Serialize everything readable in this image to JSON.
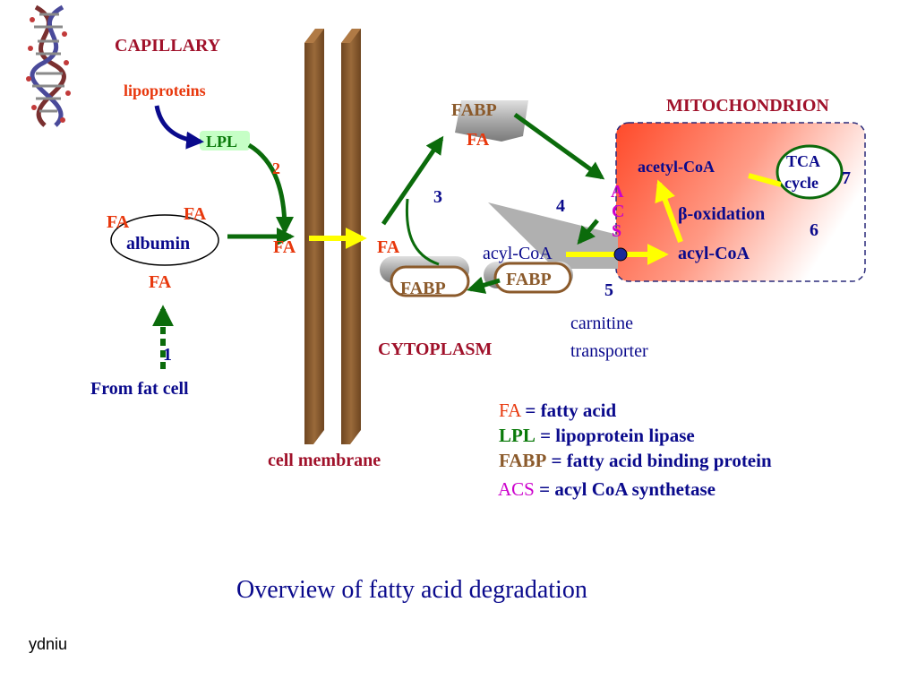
{
  "labels": {
    "capillary": "CAPILLARY",
    "lipoproteins": "lipoproteins",
    "lpl": "LPL",
    "fa_left": "FA",
    "fa_top": "FA",
    "albumin": "albumin",
    "fa_bottom": "FA",
    "fa_membrane_left": "FA",
    "fa_membrane_right": "FA",
    "from_fat_cell": "From fat cell",
    "fabp_top": "FABP",
    "fa_fabp_top": "FA",
    "mitochondrion": "MITOCHONDRION",
    "acetyl_coa": "acetyl-CoA",
    "tca_line1": "TCA",
    "tca_line2": "cycle",
    "beta_oxidation": "β-oxidation",
    "acyl_coa_mito": "acyl-CoA",
    "acyl_coa_cyto": "acyl-CoA",
    "fabp_cyto_right": "FABP",
    "fabp_cyto_left": "FABP",
    "acs_a": "A",
    "acs_c": "C",
    "acs_s": "S",
    "carnitine_line1": "carnitine",
    "carnitine_line2": "transporter",
    "cytoplasm": "CYTOPLASM",
    "cell_membrane": "cell membrane"
  },
  "steps": {
    "s1": "1",
    "s2": "2",
    "s3": "3",
    "s4": "4",
    "s5": "5",
    "s6": "6",
    "s7": "7"
  },
  "legend": [
    {
      "abbr": "FA",
      "definition": "= fatty acid",
      "color": "#e8380d"
    },
    {
      "abbr": "LPL",
      "definition": "= lipoprotein lipase",
      "color": "#0b7a0b"
    },
    {
      "abbr": "FABP",
      "definition": "= fatty acid binding protein",
      "color": "#8b5a2b"
    },
    {
      "abbr": "ACS",
      "definition": "= acyl CoA synthetase",
      "color": "#cc00cc"
    }
  ],
  "title": "Overview of fatty acid degradation",
  "footer": "ydniu",
  "icons": {
    "dna": "dna-helix-icon"
  },
  "colors": {
    "membrane": "#8b5a2b",
    "flow_arrow": "#0b6b0b",
    "transport_arrow": "#ffff00",
    "mitochondrion_fill": "#ff5a3c",
    "navy": "#0a0a8c"
  }
}
